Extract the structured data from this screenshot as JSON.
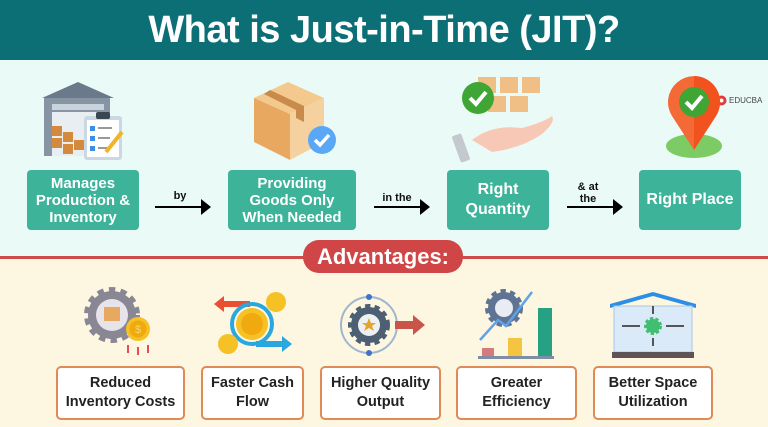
{
  "title": "What is Just-in-Time (JIT)?",
  "brand": {
    "logo_text": "EDUCBA"
  },
  "flow": {
    "steps": [
      {
        "label": "Manages Production & Inventory",
        "icon": "warehouse-clipboard-icon"
      },
      {
        "label": "Providing Goods Only When Needed",
        "icon": "box-check-icon"
      },
      {
        "label": "Right Quantity",
        "icon": "hand-boxes-check-icon"
      },
      {
        "label": "Right Place",
        "icon": "location-pin-check-icon"
      }
    ],
    "connectors": [
      "by",
      "in the",
      "& at the"
    ]
  },
  "advantages": {
    "heading": "Advantages:",
    "items": [
      {
        "label": "Reduced Inventory Costs",
        "icon": "gear-box-coin-down-icon"
      },
      {
        "label": "Faster Cash Flow",
        "icon": "coins-cycle-icon"
      },
      {
        "label": "Higher Quality Output",
        "icon": "gear-star-arrow-icon"
      },
      {
        "label": "Greater Efficiency",
        "icon": "gear-chart-growth-icon"
      },
      {
        "label": "Better Space Utilization",
        "icon": "house-expand-gear-icon"
      }
    ]
  },
  "colors": {
    "header_bg": "#0c6f75",
    "top_bg": "#eafbf7",
    "step_box": "#3db39a",
    "accent_red": "#d04646",
    "bottom_bg": "#fdf6e0",
    "adv_border": "#e08a55"
  }
}
